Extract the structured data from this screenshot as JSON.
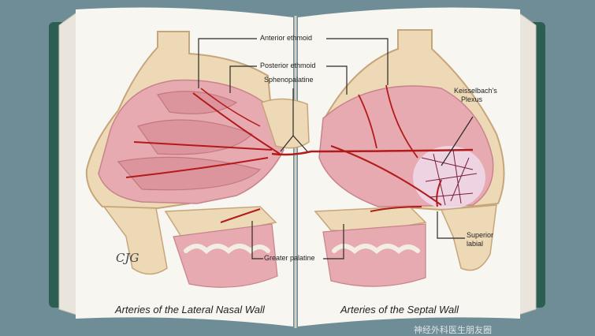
{
  "labels": {
    "anterior_ethmoid": "Anterior ethmoid",
    "posterior_ethmoid": "Posterior ethmoid",
    "sphenopalatine": "Sphenopalatine",
    "kiesselbach_line1": "Keisselbach's",
    "kiesselbach_line2": "Plexus",
    "superior_labial_line1": "Superior",
    "superior_labial_line2": "labial",
    "greater_palatine": "Greater palatine"
  },
  "captions": {
    "left": "Arteries of the Lateral Nasal Wall",
    "right": "Arteries of the Septal Wall"
  },
  "signature": "CJG",
  "watermark": "神经外科医生朋友圈",
  "colors": {
    "background": "#6f8d96",
    "page": "#f8f6f1",
    "mucosa": "#e7aab0",
    "bone": "#eed9b6",
    "artery": "#b31a1a"
  }
}
